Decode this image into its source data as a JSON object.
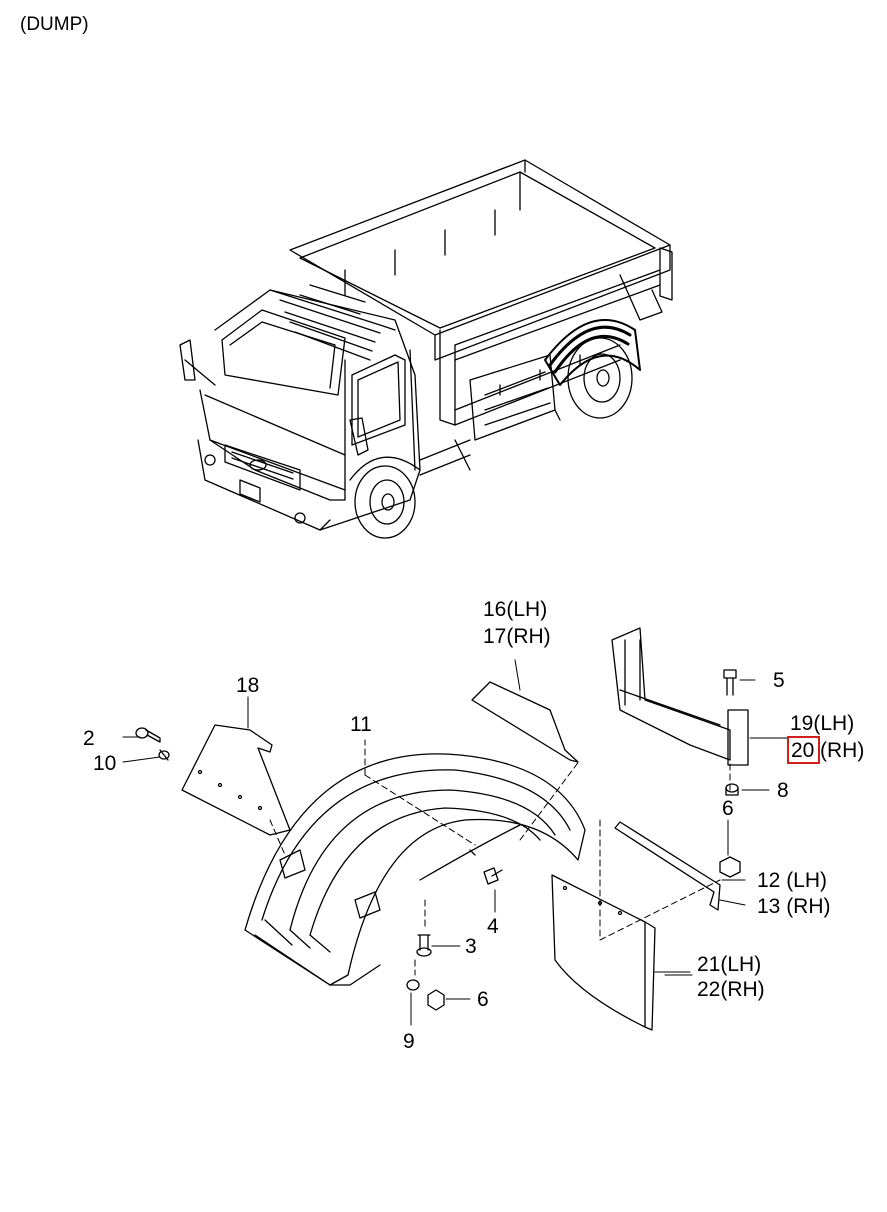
{
  "title": "(DUMP)",
  "highlight_color": "#d0201c",
  "callouts": [
    {
      "id": "c16",
      "text": "16(LH)"
    },
    {
      "id": "c17",
      "text": "17(RH)"
    },
    {
      "id": "c5",
      "text": "5"
    },
    {
      "id": "c18",
      "text": "18"
    },
    {
      "id": "c19",
      "text": "19(LH)"
    },
    {
      "id": "c20n",
      "text": "20"
    },
    {
      "id": "c20s",
      "text": "(RH)"
    },
    {
      "id": "c11",
      "text": "11"
    },
    {
      "id": "c2",
      "text": "2"
    },
    {
      "id": "c10",
      "text": "10"
    },
    {
      "id": "c8",
      "text": "8"
    },
    {
      "id": "c6a",
      "text": "6"
    },
    {
      "id": "c12",
      "text": "12 (LH)"
    },
    {
      "id": "c13",
      "text": "13 (RH)"
    },
    {
      "id": "c4",
      "text": "4"
    },
    {
      "id": "c3",
      "text": "3"
    },
    {
      "id": "c21",
      "text": "21(LH)"
    },
    {
      "id": "c22",
      "text": "22(RH)"
    },
    {
      "id": "c6b",
      "text": "6"
    },
    {
      "id": "c9",
      "text": "9"
    }
  ]
}
